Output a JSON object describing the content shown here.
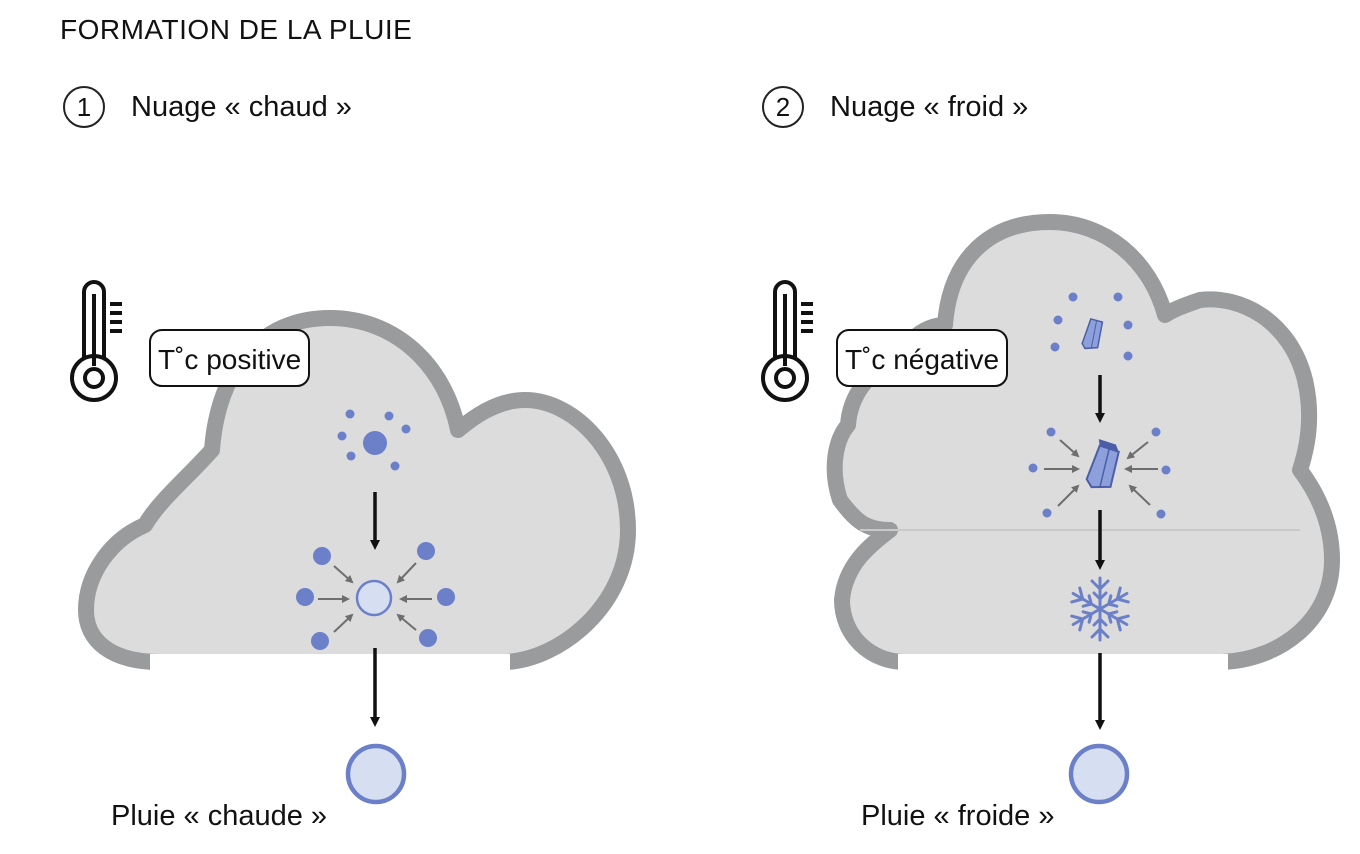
{
  "title": "FORMATION DE LA PLUIE",
  "panels": [
    {
      "number": "1",
      "label": "Nuage « chaud »",
      "temperature": "T˚c positive",
      "result": "Pluie « chaude »"
    },
    {
      "number": "2",
      "label": "Nuage « froid »",
      "temperature": "T˚c négative",
      "result": "Pluie « froide »"
    }
  ],
  "colors": {
    "cloud_fill": "#dcdcdc",
    "cloud_outline": "#999b9c",
    "droplet": "#6b80c9",
    "drop_fill": "#d6def2",
    "arrow": "#111111",
    "small_arrow": "#6e6e6e"
  },
  "icons": [
    "thermometer-icon",
    "ice-crystal-icon",
    "snowflake-icon",
    "raindrop-icon"
  ]
}
